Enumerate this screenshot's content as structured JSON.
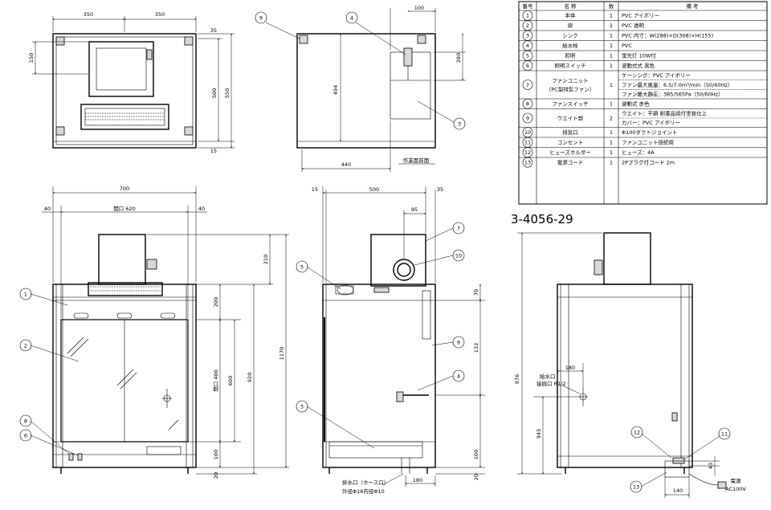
{
  "model_code": "3-4056-29",
  "parts_table": {
    "headers": [
      "番号",
      "名 称",
      "数",
      "備 考"
    ],
    "rows": [
      {
        "no": "1",
        "name": "本体",
        "qty": "1",
        "note": "PVC アイボリー"
      },
      {
        "no": "2",
        "name": "扉",
        "qty": "1",
        "note": "PVC 透明"
      },
      {
        "no": "3",
        "name": "シンク",
        "qty": "1",
        "note": "PVC 内寸：W(288)×D(308)×H(155)"
      },
      {
        "no": "4",
        "name": "給水栓",
        "qty": "1",
        "note": "PVC"
      },
      {
        "no": "5",
        "name": "照明",
        "qty": "1",
        "note": "蛍光灯 10W付"
      },
      {
        "no": "6",
        "name": "照明スイッチ",
        "qty": "1",
        "note": "波動式式 黒色"
      },
      {
        "no": "7",
        "name": "ファンユニット（PC型排気ファン）",
        "qty": "1",
        "note_lines": [
          "ケーシング：PVC アイボリー",
          "ファン最大風量：6.5/7.0m³/min（50/60Hz）",
          "ファン最大静圧：385/565Pa（50/60Hz）"
        ]
      },
      {
        "no": "8",
        "name": "ファンスイッチ",
        "qty": "1",
        "note": "波動式 赤色"
      },
      {
        "no": "9",
        "name": "ウエイト部",
        "qty": "2",
        "note_lines": [
          "ウエイト：平鋼 耐薬品焼付塗装仕上",
          "カバー：PVC アイボリー"
        ]
      },
      {
        "no": "10",
        "name": "排気口",
        "qty": "1",
        "note": "Φ100ダクトジョイント"
      },
      {
        "no": "11",
        "name": "コンセント",
        "qty": "1",
        "note": "ファンユニット接続用"
      },
      {
        "no": "12",
        "name": "ヒューズホルダー",
        "qty": "1",
        "note": "ヒューズ：4A"
      },
      {
        "no": "13",
        "name": "電源コード",
        "qty": "1",
        "note": "2Pプラグ付コード 2m"
      }
    ]
  },
  "top_view": {
    "dims": [
      "350",
      "350",
      "35",
      "500",
      "550",
      "15",
      "150"
    ]
  },
  "side_top_view": {
    "dims": [
      "100",
      "280",
      "494",
      "440"
    ],
    "labels": {
      "front_note": "作業面前面"
    },
    "callouts": [
      "9",
      "4",
      "3"
    ]
  },
  "front_view": {
    "dims": [
      "700",
      "40",
      "開口 620",
      "40",
      "210",
      "200",
      "開口 400",
      "600",
      "920",
      "1170",
      "100",
      "20"
    ],
    "callouts": [
      "1",
      "2",
      "8",
      "6"
    ]
  },
  "section_view": {
    "dims": [
      "15",
      "500",
      "35",
      "95",
      "70",
      "132",
      "100",
      "20",
      "180"
    ],
    "labels": {
      "drain_1": "排水口（ホース口）",
      "drain_2": "外径Φ16内径Φ10"
    },
    "callouts": [
      "7",
      "10",
      "5",
      "9",
      "4",
      "3"
    ]
  },
  "rear_view": {
    "dims": [
      "976",
      "180",
      "945",
      "43",
      "140"
    ],
    "labels": {
      "water_1": "給水口",
      "water_2": "接続口 R1/2",
      "power_1": "電源",
      "power_2": "AC100V"
    },
    "callouts": [
      "12",
      "11",
      "13"
    ]
  }
}
